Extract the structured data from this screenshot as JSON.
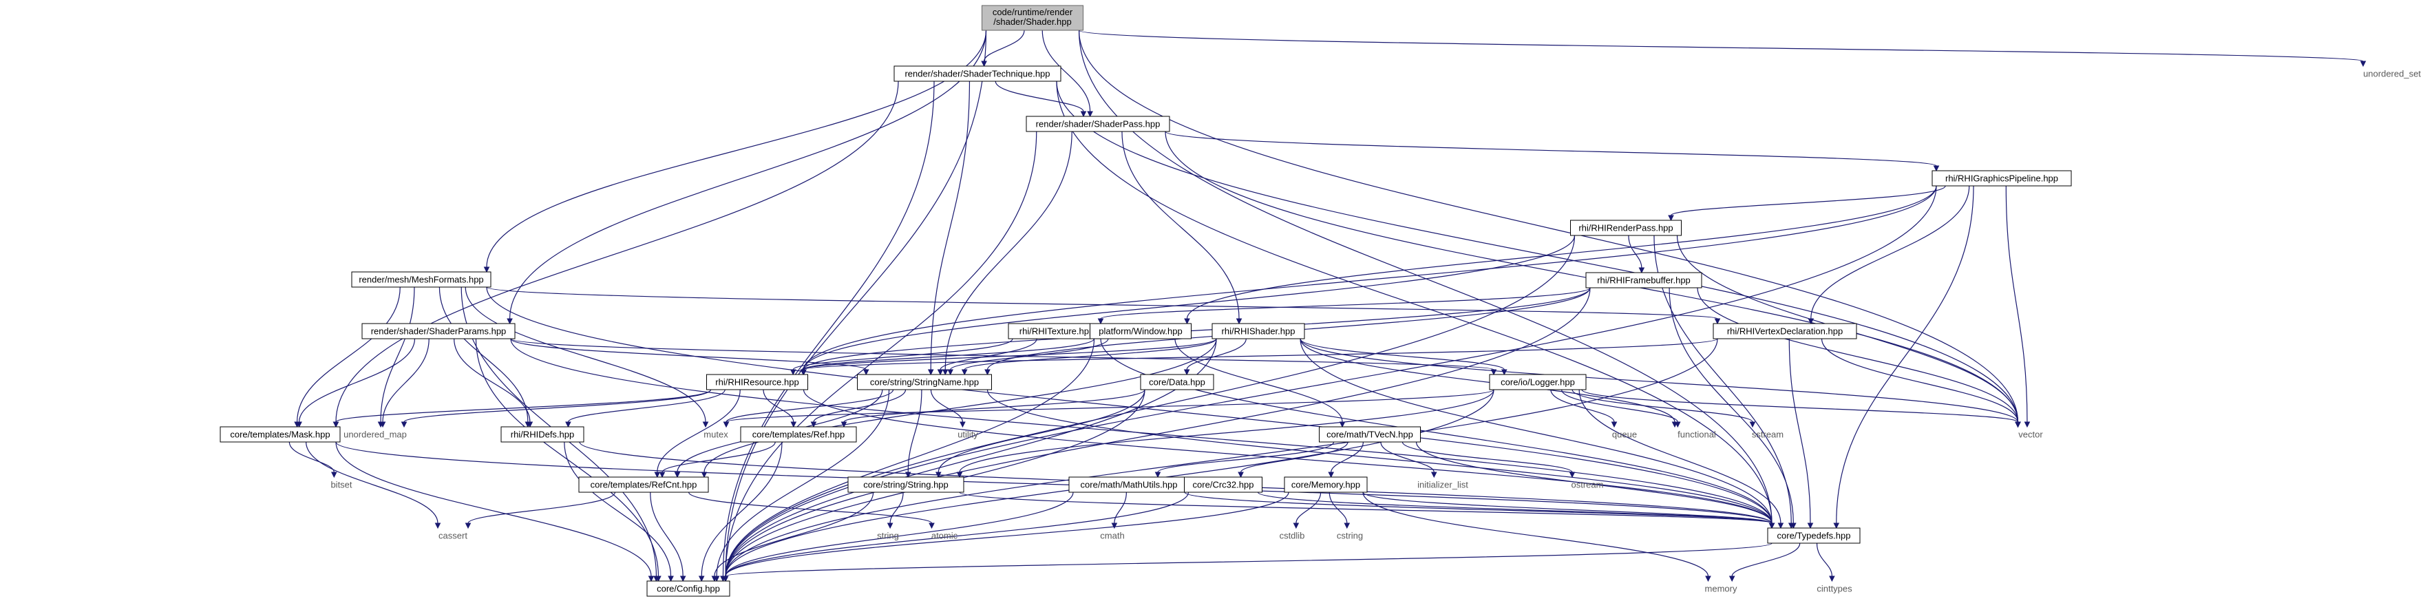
{
  "diagram": {
    "title": "",
    "colors": {
      "edge": "#191970",
      "node_border": "#000000",
      "root_fill": "#bfbfbf",
      "external_text": "#5a5a5a"
    },
    "nodes": [
      {
        "id": "shader",
        "label": [
          "code/runtime/render",
          "/shader/Shader.hpp"
        ],
        "kind": "root"
      },
      {
        "id": "shadertech",
        "label": [
          "render/shader/ShaderTechnique.hpp"
        ],
        "kind": "file"
      },
      {
        "id": "shaderpass",
        "label": [
          "render/shader/ShaderPass.hpp"
        ],
        "kind": "file"
      },
      {
        "id": "meshformats",
        "label": [
          "render/mesh/MeshFormats.hpp"
        ],
        "kind": "file"
      },
      {
        "id": "shaderparams",
        "label": [
          "render/shader/ShaderParams.hpp"
        ],
        "kind": "file"
      },
      {
        "id": "gfxpipe",
        "label": [
          "rhi/RHIGraphicsPipeline.hpp"
        ],
        "kind": "file"
      },
      {
        "id": "renderpass",
        "label": [
          "rhi/RHIRenderPass.hpp"
        ],
        "kind": "file"
      },
      {
        "id": "framebuffer",
        "label": [
          "rhi/RHIFramebuffer.hpp"
        ],
        "kind": "file"
      },
      {
        "id": "vertexdecl",
        "label": [
          "rhi/RHIVertexDeclaration.hpp"
        ],
        "kind": "file"
      },
      {
        "id": "rhitexture",
        "label": [
          "rhi/RHITexture.hpp"
        ],
        "kind": "file"
      },
      {
        "id": "window",
        "label": [
          "platform/Window.hpp"
        ],
        "kind": "file"
      },
      {
        "id": "rhishader",
        "label": [
          "rhi/RHIShader.hpp"
        ],
        "kind": "file"
      },
      {
        "id": "rhiresource",
        "label": [
          "rhi/RHIResource.hpp"
        ],
        "kind": "file"
      },
      {
        "id": "stringname",
        "label": [
          "core/string/StringName.hpp"
        ],
        "kind": "file"
      },
      {
        "id": "logger",
        "label": [
          "core/io/Logger.hpp"
        ],
        "kind": "file"
      },
      {
        "id": "data",
        "label": [
          "core/Data.hpp"
        ],
        "kind": "file"
      },
      {
        "id": "mask",
        "label": [
          "core/templates/Mask.hpp"
        ],
        "kind": "file"
      },
      {
        "id": "rhidefs",
        "label": [
          "rhi/RHIDefs.hpp"
        ],
        "kind": "file"
      },
      {
        "id": "ref",
        "label": [
          "core/templates/Ref.hpp"
        ],
        "kind": "file"
      },
      {
        "id": "tvecn",
        "label": [
          "core/math/TVecN.hpp"
        ],
        "kind": "file"
      },
      {
        "id": "refcnt",
        "label": [
          "core/templates/RefCnt.hpp"
        ],
        "kind": "file"
      },
      {
        "id": "string",
        "label": [
          "core/string/String.hpp"
        ],
        "kind": "file"
      },
      {
        "id": "mathutils",
        "label": [
          "core/math/MathUtils.hpp"
        ],
        "kind": "file"
      },
      {
        "id": "crc32",
        "label": [
          "core/Crc32.hpp"
        ],
        "kind": "file"
      },
      {
        "id": "memory_h",
        "label": [
          "core/Memory.hpp"
        ],
        "kind": "file"
      },
      {
        "id": "typedefs",
        "label": [
          "core/Typedefs.hpp"
        ],
        "kind": "file"
      },
      {
        "id": "config",
        "label": [
          "core/Config.hpp"
        ],
        "kind": "file"
      },
      {
        "id": "unordered_set",
        "label": [
          "unordered_set"
        ],
        "kind": "external"
      },
      {
        "id": "vector",
        "label": [
          "vector"
        ],
        "kind": "external"
      },
      {
        "id": "unordered_map",
        "label": [
          "unordered_map"
        ],
        "kind": "external"
      },
      {
        "id": "mutex",
        "label": [
          "mutex"
        ],
        "kind": "external"
      },
      {
        "id": "utility",
        "label": [
          "utility"
        ],
        "kind": "external"
      },
      {
        "id": "queue",
        "label": [
          "queue"
        ],
        "kind": "external"
      },
      {
        "id": "functional",
        "label": [
          "functional"
        ],
        "kind": "external"
      },
      {
        "id": "sstream",
        "label": [
          "sstream"
        ],
        "kind": "external"
      },
      {
        "id": "bitset",
        "label": [
          "bitset"
        ],
        "kind": "external"
      },
      {
        "id": "initializer_list",
        "label": [
          "initializer_list"
        ],
        "kind": "external"
      },
      {
        "id": "ostream",
        "label": [
          "ostream"
        ],
        "kind": "external"
      },
      {
        "id": "cassert",
        "label": [
          "cassert"
        ],
        "kind": "external"
      },
      {
        "id": "atomic",
        "label": [
          "atomic"
        ],
        "kind": "external"
      },
      {
        "id": "std_string",
        "label": [
          "string"
        ],
        "kind": "external"
      },
      {
        "id": "cmath",
        "label": [
          "cmath"
        ],
        "kind": "external"
      },
      {
        "id": "cstdlib",
        "label": [
          "cstdlib"
        ],
        "kind": "external"
      },
      {
        "id": "cstring",
        "label": [
          "cstring"
        ],
        "kind": "external"
      },
      {
        "id": "memory_std",
        "label": [
          "memory"
        ],
        "kind": "external"
      },
      {
        "id": "cinttypes",
        "label": [
          "cinttypes"
        ],
        "kind": "external"
      }
    ],
    "edges": [
      [
        "shader",
        "shadertech"
      ],
      [
        "shader",
        "shaderpass"
      ],
      [
        "shader",
        "meshformats"
      ],
      [
        "shader",
        "shaderparams"
      ],
      [
        "shader",
        "unordered_set"
      ],
      [
        "shader",
        "vector"
      ],
      [
        "shader",
        "typedefs"
      ],
      [
        "shader",
        "config"
      ],
      [
        "shadertech",
        "shaderpass"
      ],
      [
        "shadertech",
        "stringname"
      ],
      [
        "shadertech",
        "mask"
      ],
      [
        "shadertech",
        "vector"
      ],
      [
        "shadertech",
        "typedefs"
      ],
      [
        "shadertech",
        "config"
      ],
      [
        "shaderpass",
        "gfxpipe"
      ],
      [
        "shaderpass",
        "rhishader"
      ],
      [
        "shaderpass",
        "stringname"
      ],
      [
        "shaderpass",
        "vector"
      ],
      [
        "shaderpass",
        "config"
      ],
      [
        "gfxpipe",
        "renderpass"
      ],
      [
        "gfxpipe",
        "vertexdecl"
      ],
      [
        "gfxpipe",
        "window"
      ],
      [
        "gfxpipe",
        "rhiresource"
      ],
      [
        "gfxpipe",
        "vector"
      ],
      [
        "gfxpipe",
        "typedefs"
      ],
      [
        "gfxpipe",
        "config"
      ],
      [
        "renderpass",
        "framebuffer"
      ],
      [
        "renderpass",
        "rhiresource"
      ],
      [
        "renderpass",
        "vector"
      ],
      [
        "renderpass",
        "typedefs"
      ],
      [
        "renderpass",
        "config"
      ],
      [
        "framebuffer",
        "rhitexture"
      ],
      [
        "framebuffer",
        "rhiresource"
      ],
      [
        "framebuffer",
        "stringname"
      ],
      [
        "framebuffer",
        "vector"
      ],
      [
        "framebuffer",
        "typedefs"
      ],
      [
        "framebuffer",
        "config"
      ],
      [
        "meshformats",
        "vertexdecl"
      ],
      [
        "meshformats",
        "mask"
      ],
      [
        "meshformats",
        "rhidefs"
      ],
      [
        "meshformats",
        "unordered_map"
      ],
      [
        "meshformats",
        "mutex"
      ],
      [
        "meshformats",
        "typedefs"
      ],
      [
        "meshformats",
        "config"
      ],
      [
        "shaderparams",
        "rhidefs"
      ],
      [
        "shaderparams",
        "mask"
      ],
      [
        "shaderparams",
        "stringname"
      ],
      [
        "shaderparams",
        "unordered_map"
      ],
      [
        "shaderparams",
        "logger"
      ],
      [
        "shaderparams",
        "typedefs"
      ],
      [
        "shaderparams",
        "config"
      ],
      [
        "vertexdecl",
        "rhiresource"
      ],
      [
        "vertexdecl",
        "vector"
      ],
      [
        "vertexdecl",
        "typedefs"
      ],
      [
        "vertexdecl",
        "config"
      ],
      [
        "rhitexture",
        "rhiresource"
      ],
      [
        "rhitexture",
        "stringname"
      ],
      [
        "rhitexture",
        "typedefs"
      ],
      [
        "window",
        "rhiresource"
      ],
      [
        "window",
        "stringname"
      ],
      [
        "window",
        "tvecn"
      ],
      [
        "window",
        "config"
      ],
      [
        "rhishader",
        "rhiresource"
      ],
      [
        "rhishader",
        "stringname"
      ],
      [
        "rhishader",
        "data"
      ],
      [
        "rhishader",
        "logger"
      ],
      [
        "rhishader",
        "refcnt"
      ],
      [
        "rhishader",
        "vector"
      ],
      [
        "rhishader",
        "functional"
      ],
      [
        "rhishader",
        "typedefs"
      ],
      [
        "rhishader",
        "config"
      ],
      [
        "rhiresource",
        "ref"
      ],
      [
        "rhiresource",
        "refcnt"
      ],
      [
        "rhiresource",
        "rhidefs"
      ],
      [
        "rhiresource",
        "mask"
      ],
      [
        "rhiresource",
        "unordered_map"
      ],
      [
        "rhiresource",
        "typedefs"
      ],
      [
        "stringname",
        "string"
      ],
      [
        "stringname",
        "ref"
      ],
      [
        "stringname",
        "refcnt"
      ],
      [
        "stringname",
        "utility"
      ],
      [
        "stringname",
        "mutex"
      ],
      [
        "stringname",
        "typedefs"
      ],
      [
        "stringname",
        "config"
      ],
      [
        "logger",
        "queue"
      ],
      [
        "logger",
        "functional"
      ],
      [
        "logger",
        "sstream"
      ],
      [
        "logger",
        "mutex"
      ],
      [
        "logger",
        "string"
      ],
      [
        "logger",
        "vector"
      ],
      [
        "logger",
        "typedefs"
      ],
      [
        "logger",
        "config"
      ],
      [
        "data",
        "ref"
      ],
      [
        "data",
        "string"
      ],
      [
        "data",
        "config"
      ],
      [
        "mask",
        "bitset"
      ],
      [
        "mask",
        "cassert"
      ],
      [
        "mask",
        "typedefs"
      ],
      [
        "mask",
        "config"
      ],
      [
        "rhidefs",
        "typedefs"
      ],
      [
        "rhidefs",
        "config"
      ],
      [
        "ref",
        "refcnt"
      ],
      [
        "ref",
        "config"
      ],
      [
        "tvecn",
        "mathutils"
      ],
      [
        "tvecn",
        "crc32"
      ],
      [
        "tvecn",
        "memory_h"
      ],
      [
        "tvecn",
        "initializer_list"
      ],
      [
        "tvecn",
        "ostream"
      ],
      [
        "tvecn",
        "typedefs"
      ],
      [
        "refcnt",
        "atomic"
      ],
      [
        "refcnt",
        "cassert"
      ],
      [
        "refcnt",
        "config"
      ],
      [
        "string",
        "std_string"
      ],
      [
        "string",
        "typedefs"
      ],
      [
        "string",
        "config"
      ],
      [
        "mathutils",
        "cmath"
      ],
      [
        "mathutils",
        "typedefs"
      ],
      [
        "mathutils",
        "config"
      ],
      [
        "crc32",
        "typedefs"
      ],
      [
        "crc32",
        "config"
      ],
      [
        "memory_h",
        "cstdlib"
      ],
      [
        "memory_h",
        "cstring"
      ],
      [
        "memory_h",
        "memory_std"
      ],
      [
        "memory_h",
        "typedefs"
      ],
      [
        "memory_h",
        "config"
      ],
      [
        "typedefs",
        "memory_std"
      ],
      [
        "typedefs",
        "cinttypes"
      ],
      [
        "typedefs",
        "config"
      ]
    ]
  }
}
